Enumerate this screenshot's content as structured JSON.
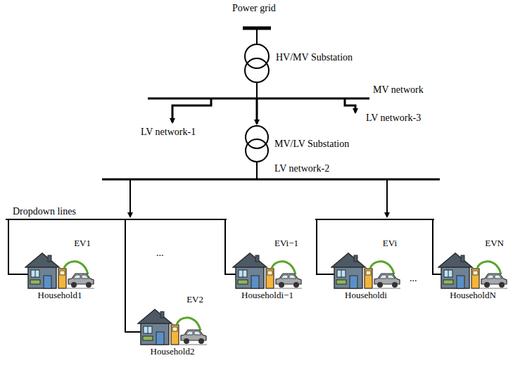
{
  "diagram": {
    "nodes": [
      {
        "text": [
          "EV1",
          "Household1"
        ]
      },
      {
        "text": [
          "EV2",
          "Household2"
        ]
      },
      {
        "text": [
          "EVi−1",
          "Householdi−1"
        ]
      },
      {
        "text": [
          "EVi",
          "Householdi"
        ]
      },
      {
        "text": [
          "EVN",
          "HouseholdN"
        ]
      }
    ],
    "labels": [
      "Power grid",
      "HV/MV Substation",
      "MV network",
      "LV network-1",
      "LV network-3",
      "MV/LV Substation",
      "LV network-2",
      "Dropdown lines",
      "...",
      "..."
    ]
  }
}
